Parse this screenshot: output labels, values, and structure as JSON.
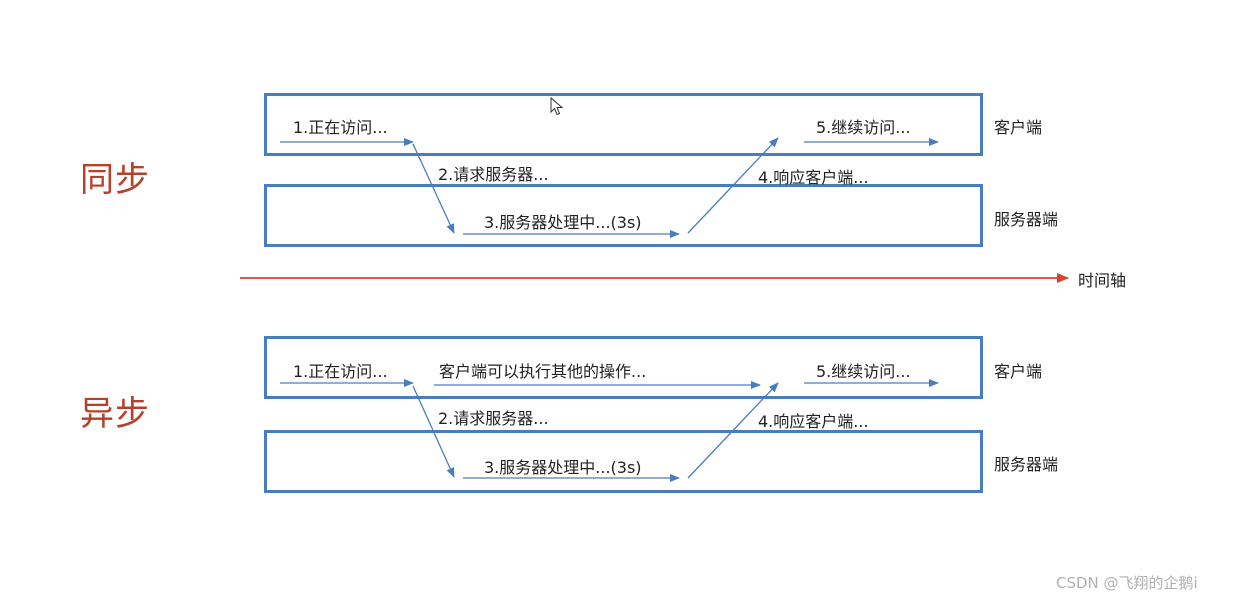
{
  "timeline_label": "时间轴",
  "watermark": "CSDN @飞翔的企鹅i",
  "sync": {
    "title": "同步",
    "client_label": "客户端",
    "server_label": "服务器端",
    "step1": "1.正在访问...",
    "step2": "2.请求服务器...",
    "step3": "3.服务器处理中...(3s)",
    "step4": "4.响应客户端...",
    "step5": "5.继续访问..."
  },
  "async": {
    "title": "异步",
    "client_label": "客户端",
    "server_label": "服务器端",
    "step1": "1.正在访问...",
    "client_extra": "客户端可以执行其他的操作...",
    "step2": "2.请求服务器...",
    "step3": "3.服务器处理中...(3s)",
    "step4": "4.响应客户端...",
    "step5": "5.继续访问..."
  },
  "colors": {
    "lane_border": "#4a7cc0",
    "arrow": "#4a7cc0",
    "timeline": "#e0402a",
    "title": "#b5412a"
  }
}
